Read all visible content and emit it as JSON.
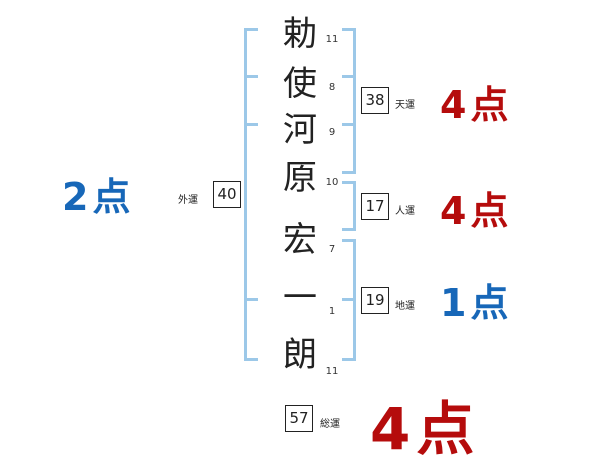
{
  "name": {
    "chars": [
      "勅",
      "使",
      "河",
      "原",
      "宏",
      "一",
      "朗"
    ],
    "strokes": [
      "11",
      "8",
      "9",
      "10",
      "7",
      "1",
      "11"
    ]
  },
  "fortunes": {
    "tenun": {
      "label": "天運",
      "value": "38",
      "score": "4点"
    },
    "jinun": {
      "label": "人運",
      "value": "17",
      "score": "4点"
    },
    "chiun": {
      "label": "地運",
      "value": "19",
      "score": "1点"
    },
    "gaiun": {
      "label": "外運",
      "value": "40",
      "score": "2点"
    },
    "soun": {
      "label": "総運",
      "value": "57",
      "score": "4点"
    }
  },
  "colors": {
    "bracket": "#9cc8e8",
    "good": "#b50c0c",
    "poor": "#1767b8"
  }
}
